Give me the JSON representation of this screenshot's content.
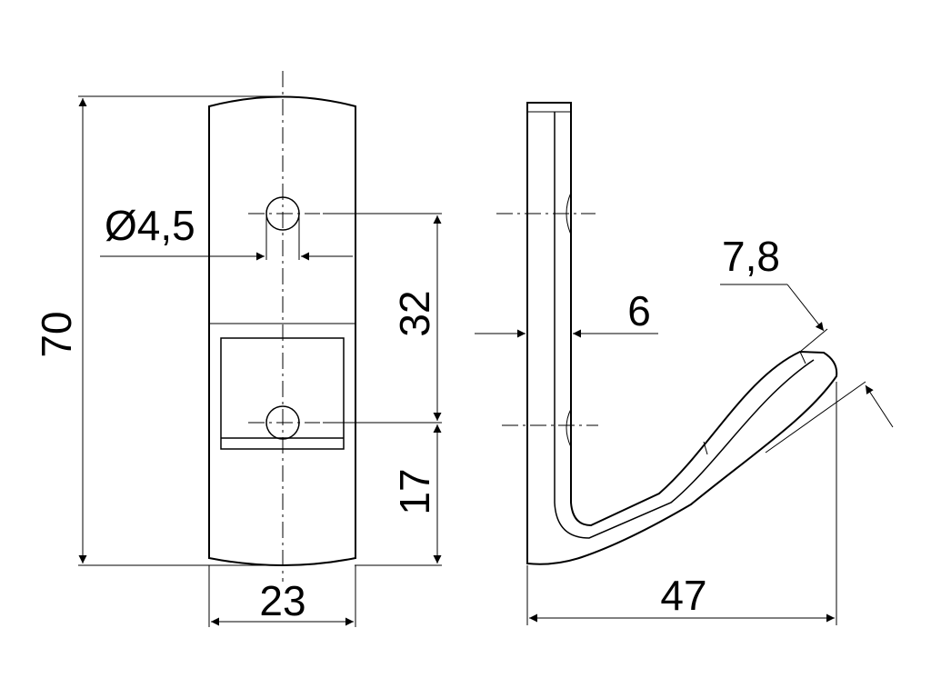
{
  "colors": {
    "line": "#000000",
    "background": "#ffffff"
  },
  "dimensions": {
    "overall_height": "70",
    "hole_diameter": "Ø4,5",
    "hole_spacing": "32",
    "bottom_offset": "17",
    "width": "23",
    "thickness": "6",
    "depth": "47",
    "tip_thickness": "7,8"
  }
}
